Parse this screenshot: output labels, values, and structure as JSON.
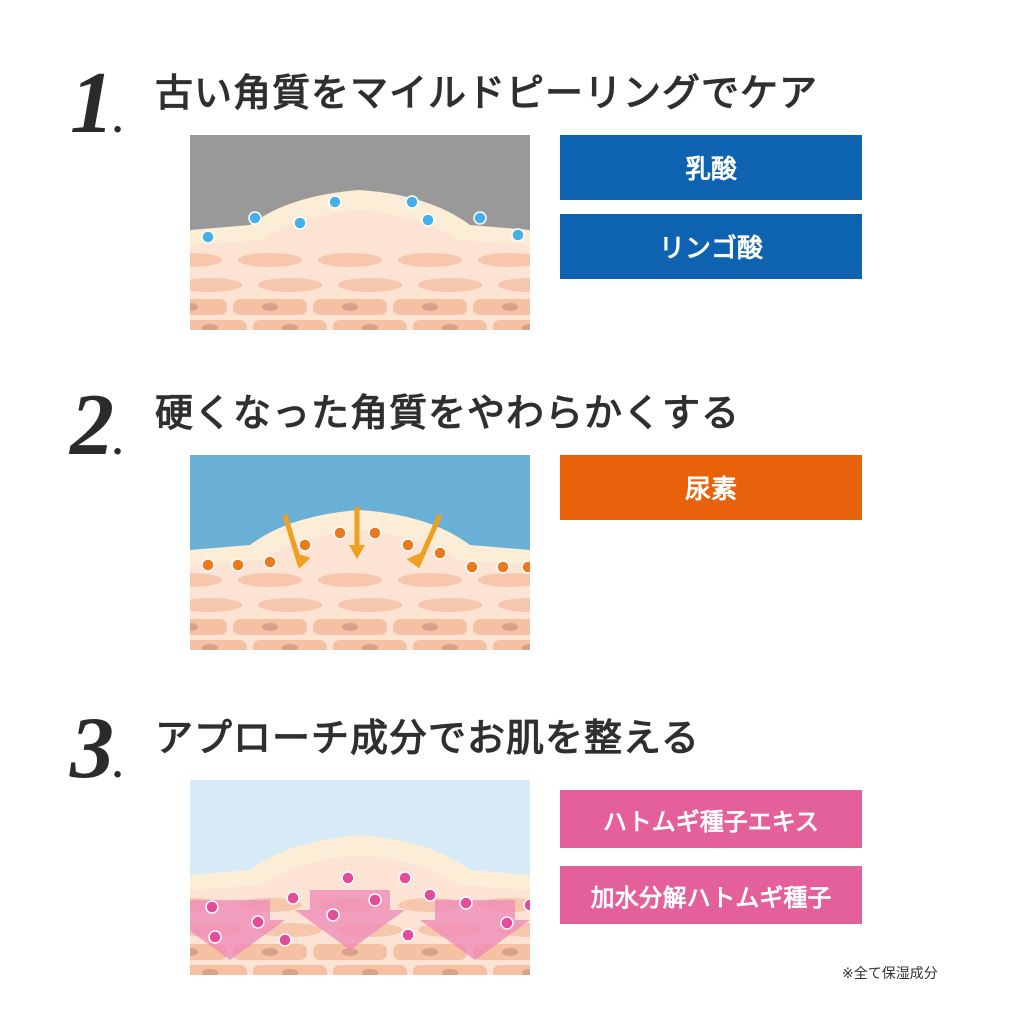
{
  "steps": [
    {
      "number": "1",
      "title": "古い角質をマイルドピーリングでケア",
      "ingredients": [
        "乳酸",
        "リンゴ酸"
      ],
      "color": "#0e63b0"
    },
    {
      "number": "2",
      "title": "硬くなった角質をやわらかくする",
      "ingredients": [
        "尿素"
      ],
      "color": "#e8620c"
    },
    {
      "number": "3",
      "title": "アプローチ成分でお肌を整える",
      "ingredients": [
        "ハトムギ種子エキス",
        "加水分解ハトムギ種子"
      ],
      "color": "#e4609b"
    }
  ],
  "note": "※全て保湿成分"
}
